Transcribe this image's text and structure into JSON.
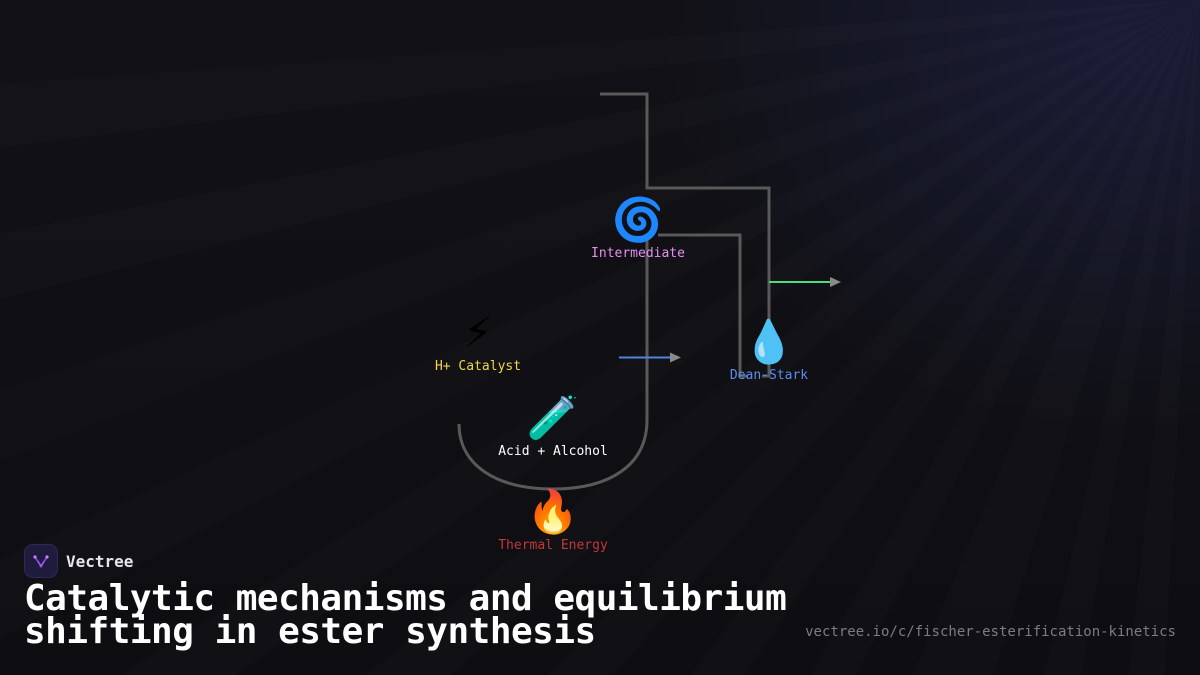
{
  "diagram": {
    "nodes": {
      "intermediate": {
        "icon": "🌀",
        "icon_name": "cyclone-icon",
        "label": "Intermediate",
        "color": "#e58ff0"
      },
      "catalyst": {
        "icon": "⚡",
        "icon_name": "lightning-icon",
        "label": "H+ Catalyst",
        "color": "#f2d64b"
      },
      "dean_stark": {
        "icon": "💧",
        "icon_name": "droplet-icon",
        "label": "Dean-Stark",
        "color": "#5b8def"
      },
      "reactants": {
        "icon": "🧪",
        "icon_name": "test-tube-icon",
        "label": "Acid + Alcohol",
        "color": "#ffffff"
      },
      "thermal": {
        "icon": "🔥",
        "icon_name": "fire-icon",
        "label": "Thermal Energy",
        "color": "#c0393b"
      }
    },
    "colors": {
      "apparatus_line": "#595959",
      "arrow_green": "#4ade80",
      "arrow_blue": "#4f83e6",
      "arrow_head": "#8a8a8a"
    }
  },
  "brand": {
    "name": "Vectree",
    "logo_icon": "vectree-logo-icon"
  },
  "title": "Catalytic mechanisms and equilibrium shifting in ester synthesis",
  "url": "vectree.io/c/fischer-esterification-kinetics"
}
